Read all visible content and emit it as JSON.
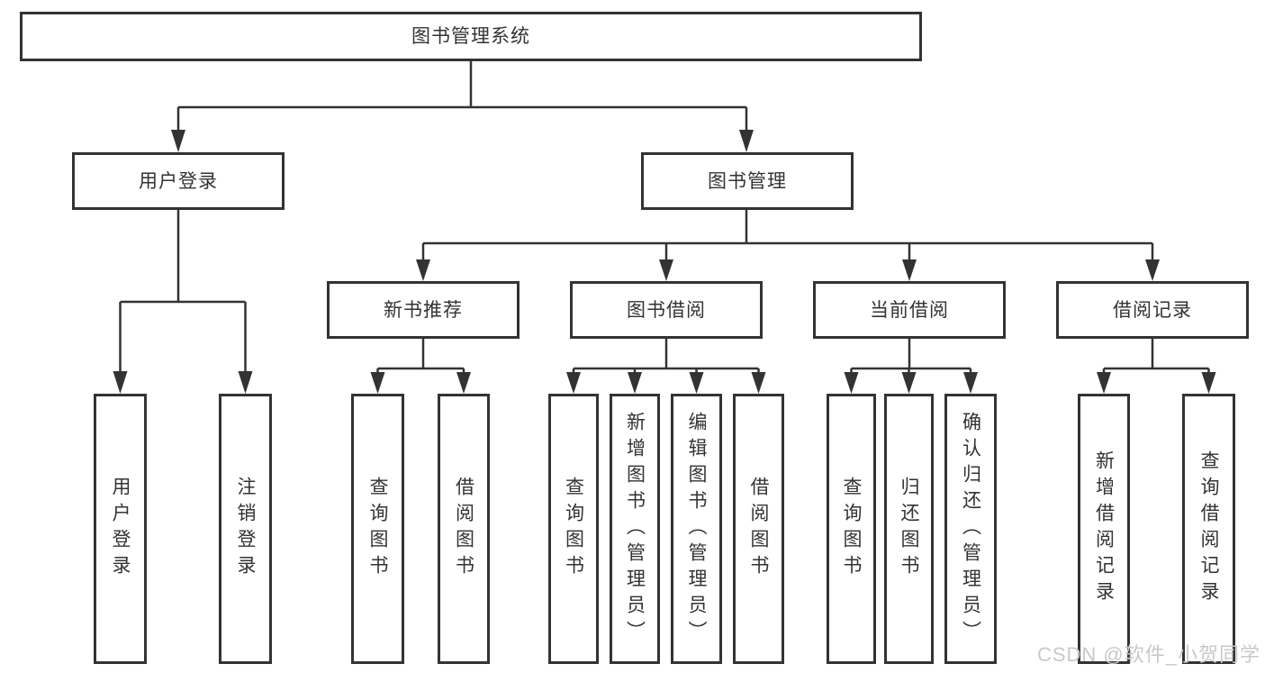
{
  "diagram": {
    "root": {
      "label": "图书管理系统"
    },
    "branches": [
      {
        "label": "用户登录",
        "children": [
          {
            "label": "用户登录"
          },
          {
            "label": "注销登录"
          }
        ]
      },
      {
        "label": "图书管理",
        "children": [
          {
            "label": "新书推荐",
            "children": [
              {
                "label": "查询图书"
              },
              {
                "label": "借阅图书"
              }
            ]
          },
          {
            "label": "图书借阅",
            "children": [
              {
                "label": "查询图书"
              },
              {
                "label": "新增图书（管理员）"
              },
              {
                "label": "编辑图书（管理员）"
              },
              {
                "label": "借阅图书"
              }
            ]
          },
          {
            "label": "当前借阅",
            "children": [
              {
                "label": "查询图书"
              },
              {
                "label": "归还图书"
              },
              {
                "label": "确认归还（管理员）"
              }
            ]
          },
          {
            "label": "借阅记录",
            "children": [
              {
                "label": "新增借阅记录"
              },
              {
                "label": "查询借阅记录"
              }
            ]
          }
        ]
      }
    ]
  },
  "watermark": {
    "text": "CSDN @软件_小贺同学"
  },
  "colors": {
    "line": "#333333",
    "box_border": "#333333",
    "text": "#333333",
    "watermark": "#c9c9c9",
    "background": "#ffffff"
  }
}
